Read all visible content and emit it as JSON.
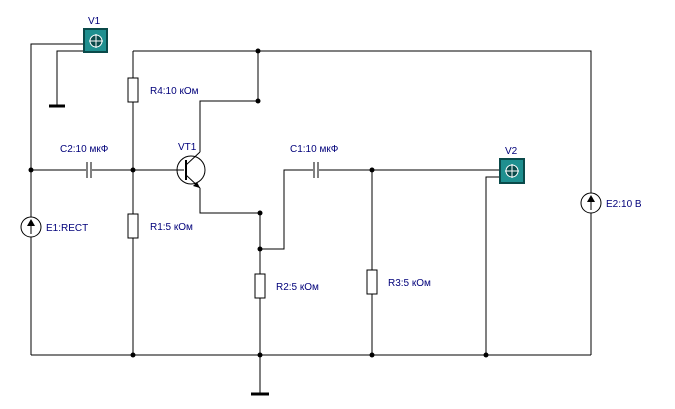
{
  "schematic": {
    "colors": {
      "wire": "#000000",
      "label": "#00007a",
      "probe_face": "#1f8f8f",
      "probe_dark": "#0a4a4a",
      "probe_crosshair": "#ffffff"
    },
    "probes": [
      {
        "id": "v1",
        "label": "V1",
        "icon": "voltmeter-probe-icon"
      },
      {
        "id": "v2",
        "label": "V2",
        "icon": "voltmeter-probe-icon"
      }
    ],
    "components": {
      "c2": "C2:10 мкФ",
      "c1": "C1:10 мкФ",
      "vt1": "VT1",
      "r4": "R4:10 кОм",
      "r1": "R1:5 кОм",
      "r2": "R2:5 кОм",
      "r3": "R3:5 кОм",
      "e1": "E1:RECT",
      "e2": "E2:10 В"
    }
  }
}
